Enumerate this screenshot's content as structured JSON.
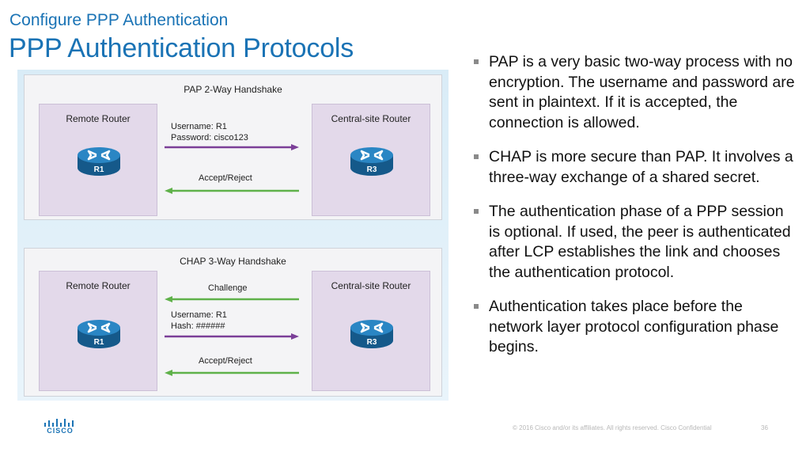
{
  "header": {
    "subtitle": "Configure PPP Authentication",
    "title": "PPP Authentication Protocols"
  },
  "diagram": {
    "pap": {
      "title": "PAP 2-Way Handshake",
      "left_label": "Remote Router",
      "right_label": "Central-site Router",
      "left_router": "R1",
      "right_router": "R3",
      "msg1_line1": "Username: R1",
      "msg1_line2": "Password: cisco123",
      "msg2": "Accept/Reject"
    },
    "chap": {
      "title": "CHAP 3-Way Handshake",
      "left_label": "Remote Router",
      "right_label": "Central-site Router",
      "left_router": "R1",
      "right_router": "R3",
      "msg1": "Challenge",
      "msg2_line1": "Username: R1",
      "msg2_line2": "Hash: ######",
      "msg3": "Accept/Reject"
    },
    "colors": {
      "request_arrow": "#7b3f98",
      "response_arrow": "#5fb14a",
      "router": "#1d6fa5"
    }
  },
  "bullets": [
    "PAP is a very basic two-way process with no encryption. The username and password are sent in plaintext. If it is accepted, the connection is allowed.",
    "CHAP is more secure than PAP. It involves a three-way exchange of a shared secret.",
    "The authentication phase of a PPP session is optional. If used, the peer is authenticated after LCP establishes the link and chooses the authentication protocol.",
    "Authentication takes place before the network layer protocol configuration phase begins."
  ],
  "footer": {
    "logo": "CISCO",
    "copyright": "© 2016  Cisco and/or its affiliates. All rights reserved.   Cisco Confidential",
    "page": "36"
  }
}
